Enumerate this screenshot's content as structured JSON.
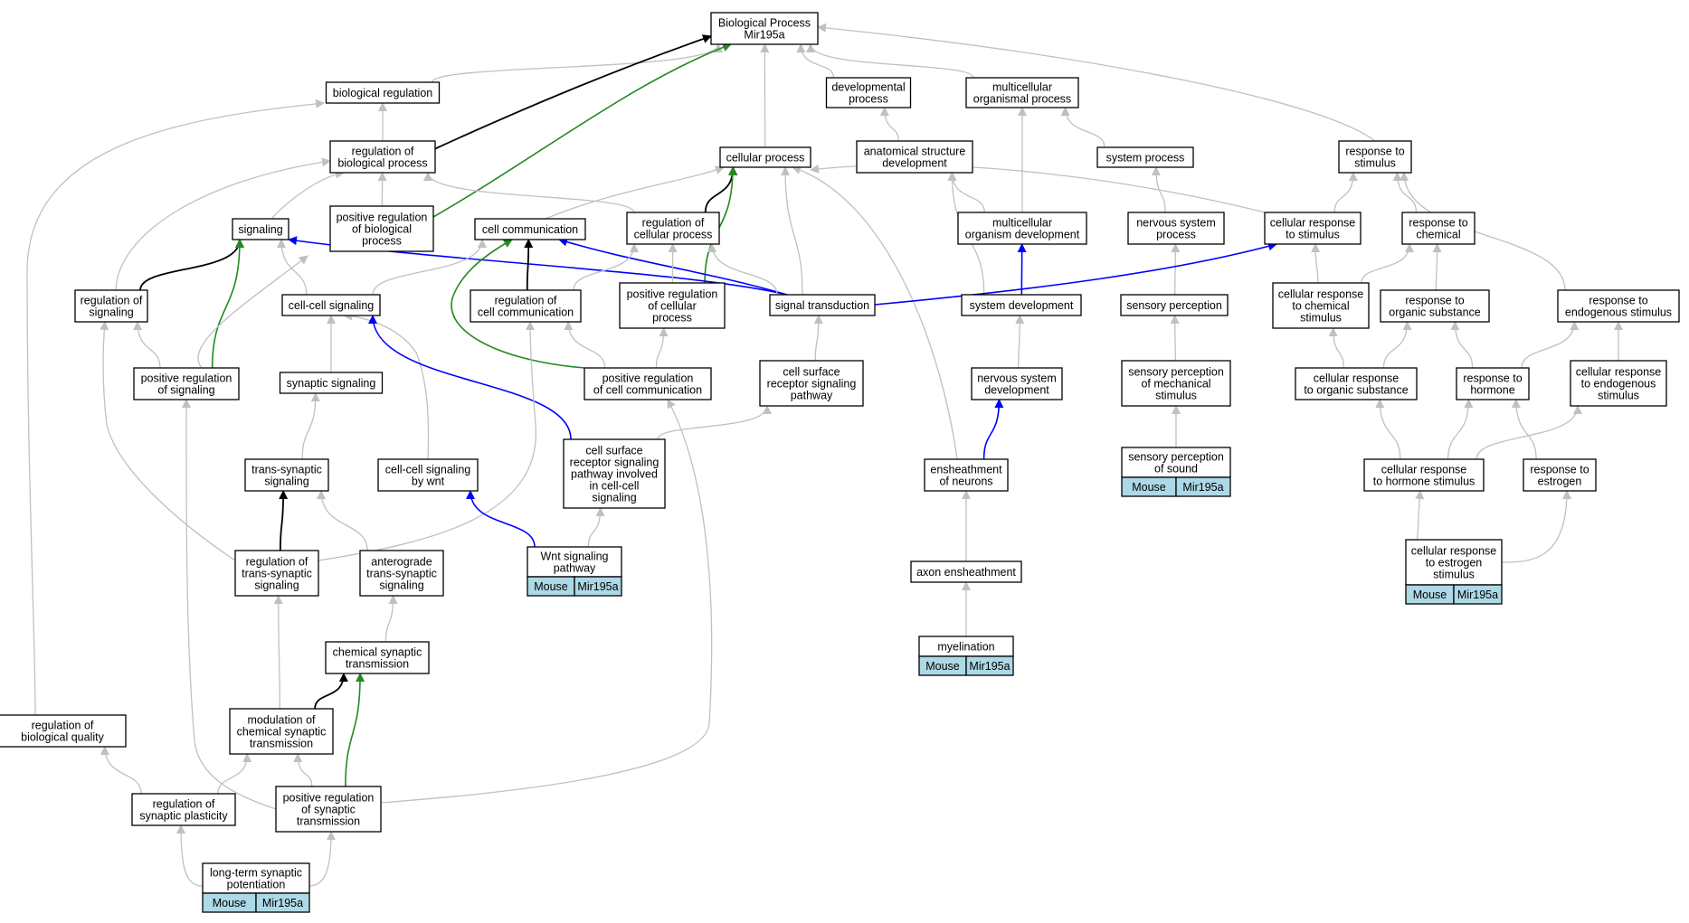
{
  "colors": {
    "gray": "#c0c0c0",
    "black": "#000000",
    "blue": "#0000ff",
    "green": "#228b22",
    "annotation_fill": "#add8e6"
  },
  "nodes": [
    {
      "id": "bp",
      "lines": [
        "Biological Process",
        "Mir195a"
      ]
    },
    {
      "id": "biolreg",
      "lines": [
        "biological regulation"
      ]
    },
    {
      "id": "devproc",
      "lines": [
        "developmental",
        "process"
      ]
    },
    {
      "id": "multiorg",
      "lines": [
        "multicellular",
        "organismal process"
      ]
    },
    {
      "id": "regbp",
      "lines": [
        "regulation of",
        "biological process"
      ]
    },
    {
      "id": "cellproc",
      "lines": [
        "cellular process"
      ]
    },
    {
      "id": "anatdev",
      "lines": [
        "anatomical structure",
        "development"
      ]
    },
    {
      "id": "sysproc",
      "lines": [
        "system process"
      ]
    },
    {
      "id": "respstim",
      "lines": [
        "response to",
        "stimulus"
      ]
    },
    {
      "id": "signaling",
      "lines": [
        "signaling"
      ]
    },
    {
      "id": "posregbp",
      "lines": [
        "positive regulation",
        "of biological",
        "process"
      ]
    },
    {
      "id": "cellcomm",
      "lines": [
        "cell communication"
      ]
    },
    {
      "id": "regcellproc",
      "lines": [
        "regulation of",
        "cellular process"
      ]
    },
    {
      "id": "multidev",
      "lines": [
        "multicellular",
        "organism development"
      ]
    },
    {
      "id": "nervsysproc",
      "lines": [
        "nervous system",
        "process"
      ]
    },
    {
      "id": "cellrespstim",
      "lines": [
        "cellular response",
        "to stimulus"
      ]
    },
    {
      "id": "respchem",
      "lines": [
        "response to",
        "chemical"
      ]
    },
    {
      "id": "regsignaling",
      "lines": [
        "regulation of",
        "signaling"
      ]
    },
    {
      "id": "cellcellsig",
      "lines": [
        "cell-cell signaling"
      ]
    },
    {
      "id": "regcellcomm",
      "lines": [
        "regulation of",
        "cell communication"
      ]
    },
    {
      "id": "posregcellproc",
      "lines": [
        "positive regulation",
        "of cellular",
        "process"
      ]
    },
    {
      "id": "sigtrans",
      "lines": [
        "signal transduction"
      ]
    },
    {
      "id": "sysdev",
      "lines": [
        "system development"
      ]
    },
    {
      "id": "sensperc",
      "lines": [
        "sensory perception"
      ]
    },
    {
      "id": "cellrespchem",
      "lines": [
        "cellular response",
        "to chemical",
        "stimulus"
      ]
    },
    {
      "id": "resporgsub",
      "lines": [
        "response to",
        "organic substance"
      ]
    },
    {
      "id": "respendo",
      "lines": [
        "response to",
        "endogenous stimulus"
      ]
    },
    {
      "id": "posregsig",
      "lines": [
        "positive regulation",
        "of signaling"
      ]
    },
    {
      "id": "synsig",
      "lines": [
        "synaptic signaling"
      ]
    },
    {
      "id": "posregcellcomm",
      "lines": [
        "positive regulation",
        "of cell communication"
      ]
    },
    {
      "id": "csrsp",
      "lines": [
        "cell surface",
        "receptor signaling",
        "pathway"
      ]
    },
    {
      "id": "nervsysdev",
      "lines": [
        "nervous system",
        "development"
      ]
    },
    {
      "id": "sensmech",
      "lines": [
        "sensory perception",
        "of mechanical",
        "stimulus"
      ]
    },
    {
      "id": "cellresporg",
      "lines": [
        "cellular response",
        "to organic substance"
      ]
    },
    {
      "id": "resphorm",
      "lines": [
        "response to",
        "hormone"
      ]
    },
    {
      "id": "cellrespendo",
      "lines": [
        "cellular response",
        "to endogenous",
        "stimulus"
      ]
    },
    {
      "id": "transsyn",
      "lines": [
        "trans-synaptic",
        "signaling"
      ]
    },
    {
      "id": "ccwnt",
      "lines": [
        "cell-cell signaling",
        "by wnt"
      ]
    },
    {
      "id": "csrspcc",
      "lines": [
        "cell surface",
        "receptor signaling",
        "pathway involved",
        "in cell-cell",
        "signaling"
      ]
    },
    {
      "id": "ensheath",
      "lines": [
        "ensheathment",
        "of neurons"
      ]
    },
    {
      "id": "senssound",
      "lines": [
        "sensory perception",
        "of sound"
      ],
      "annotation": [
        "Mouse",
        "Mir195a"
      ]
    },
    {
      "id": "cellresphorm",
      "lines": [
        "cellular response",
        "to hormone stimulus"
      ]
    },
    {
      "id": "respestr",
      "lines": [
        "response to",
        "estrogen"
      ]
    },
    {
      "id": "regtranssyn",
      "lines": [
        "regulation of",
        "trans-synaptic",
        "signaling"
      ]
    },
    {
      "id": "antero",
      "lines": [
        "anterograde",
        "trans-synaptic",
        "signaling"
      ]
    },
    {
      "id": "wnt",
      "lines": [
        "Wnt signaling",
        "pathway"
      ],
      "annotation": [
        "Mouse",
        "Mir195a"
      ]
    },
    {
      "id": "axonens",
      "lines": [
        "axon ensheathment"
      ]
    },
    {
      "id": "cellrespestr",
      "lines": [
        "cellular response",
        "to estrogen",
        "stimulus"
      ],
      "annotation": [
        "Mouse",
        "Mir195a"
      ]
    },
    {
      "id": "chemsyn",
      "lines": [
        "chemical synaptic",
        "transmission"
      ]
    },
    {
      "id": "myelin",
      "lines": [
        "myelination"
      ],
      "annotation": [
        "Mouse",
        "Mir195a"
      ]
    },
    {
      "id": "regbioqual",
      "lines": [
        "regulation of",
        "biological quality"
      ]
    },
    {
      "id": "modchemsyn",
      "lines": [
        "modulation of",
        "chemical synaptic",
        "transmission"
      ]
    },
    {
      "id": "regsynplast",
      "lines": [
        "regulation of",
        "synaptic plasticity"
      ]
    },
    {
      "id": "posregsyn",
      "lines": [
        "positive regulation",
        "of synaptic",
        "transmission"
      ]
    },
    {
      "id": "ltp",
      "lines": [
        "long-term synaptic",
        "potentiation"
      ],
      "annotation": [
        "Mouse",
        "Mir195a"
      ]
    }
  ],
  "edges": [
    {
      "from": "biolreg",
      "to": "bp",
      "color": "gray"
    },
    {
      "from": "regbp",
      "to": "bp",
      "color": "black"
    },
    {
      "from": "posregbp",
      "to": "bp",
      "color": "green"
    },
    {
      "from": "cellproc",
      "to": "bp",
      "color": "gray"
    },
    {
      "from": "devproc",
      "to": "bp",
      "color": "gray"
    },
    {
      "from": "multiorg",
      "to": "bp",
      "color": "gray"
    },
    {
      "from": "respstim",
      "to": "bp",
      "color": "gray"
    },
    {
      "from": "regbp",
      "to": "biolreg",
      "color": "gray"
    },
    {
      "from": "regbioqual",
      "to": "biolreg",
      "color": "gray"
    },
    {
      "from": "anatdev",
      "to": "devproc",
      "color": "gray"
    },
    {
      "from": "multidev",
      "to": "multiorg",
      "color": "gray"
    },
    {
      "from": "sysproc",
      "to": "multiorg",
      "color": "gray"
    },
    {
      "from": "posregbp",
      "to": "regbp",
      "color": "gray"
    },
    {
      "from": "regsignaling",
      "to": "regbp",
      "color": "gray"
    },
    {
      "from": "regcellproc",
      "to": "regbp",
      "color": "gray"
    },
    {
      "from": "signaling",
      "to": "regbp",
      "color": "gray"
    },
    {
      "from": "cellcomm",
      "to": "cellproc",
      "color": "gray"
    },
    {
      "from": "regcellproc",
      "to": "cellproc",
      "color": "black"
    },
    {
      "from": "posregcellproc",
      "to": "cellproc",
      "color": "green"
    },
    {
      "from": "sigtrans",
      "to": "cellproc",
      "color": "gray"
    },
    {
      "from": "ensheath",
      "to": "cellproc",
      "color": "gray"
    },
    {
      "from": "cellrespstim",
      "to": "cellproc",
      "color": "gray"
    },
    {
      "from": "multidev",
      "to": "anatdev",
      "color": "gray"
    },
    {
      "from": "sysdev",
      "to": "anatdev",
      "color": "gray"
    },
    {
      "from": "nervsysproc",
      "to": "sysproc",
      "color": "gray"
    },
    {
      "from": "cellrespstim",
      "to": "respstim",
      "color": "gray"
    },
    {
      "from": "respchem",
      "to": "respstim",
      "color": "gray"
    },
    {
      "from": "respendo",
      "to": "respstim",
      "color": "gray"
    },
    {
      "from": "regsignaling",
      "to": "signaling",
      "color": "black"
    },
    {
      "from": "posregsig",
      "to": "signaling",
      "color": "green"
    },
    {
      "from": "cellcellsig",
      "to": "signaling",
      "color": "gray"
    },
    {
      "from": "sigtrans",
      "to": "signaling",
      "color": "blue"
    },
    {
      "from": "posregsig",
      "to": "posregbp",
      "color": "gray"
    },
    {
      "from": "regcellcomm",
      "to": "cellcomm",
      "color": "black"
    },
    {
      "from": "posregcellcomm",
      "to": "cellcomm",
      "color": "green"
    },
    {
      "from": "cellcellsig",
      "to": "cellcomm",
      "color": "gray"
    },
    {
      "from": "sigtrans",
      "to": "cellcomm",
      "color": "blue"
    },
    {
      "from": "posregcellproc",
      "to": "regcellproc",
      "color": "gray"
    },
    {
      "from": "regcellcomm",
      "to": "regcellproc",
      "color": "gray"
    },
    {
      "from": "sigtrans",
      "to": "regcellproc",
      "color": "gray"
    },
    {
      "from": "sysdev",
      "to": "multidev",
      "color": "blue"
    },
    {
      "from": "sensperc",
      "to": "nervsysproc",
      "color": "gray"
    },
    {
      "from": "cellrespchem",
      "to": "cellrespstim",
      "color": "gray"
    },
    {
      "from": "sigtrans",
      "to": "cellrespstim",
      "color": "blue"
    },
    {
      "from": "cellrespchem",
      "to": "respchem",
      "color": "gray"
    },
    {
      "from": "resporgsub",
      "to": "respchem",
      "color": "gray"
    },
    {
      "from": "regtranssyn",
      "to": "regsignaling",
      "color": "gray"
    },
    {
      "from": "posregsig",
      "to": "regsignaling",
      "color": "gray"
    },
    {
      "from": "synsig",
      "to": "cellcellsig",
      "color": "gray"
    },
    {
      "from": "ccwnt",
      "to": "cellcellsig",
      "color": "gray"
    },
    {
      "from": "csrspcc",
      "to": "cellcellsig",
      "color": "blue"
    },
    {
      "from": "posregcellcomm",
      "to": "regcellcomm",
      "color": "gray"
    },
    {
      "from": "regtranssyn",
      "to": "regcellcomm",
      "color": "gray"
    },
    {
      "from": "posregcellcomm",
      "to": "posregcellproc",
      "color": "gray"
    },
    {
      "from": "csrsp",
      "to": "sigtrans",
      "color": "gray"
    },
    {
      "from": "nervsysdev",
      "to": "sysdev",
      "color": "gray"
    },
    {
      "from": "sensmech",
      "to": "sensperc",
      "color": "gray"
    },
    {
      "from": "cellresporg",
      "to": "cellrespchem",
      "color": "gray"
    },
    {
      "from": "cellresporg",
      "to": "resporgsub",
      "color": "gray"
    },
    {
      "from": "resphorm",
      "to": "resporgsub",
      "color": "gray"
    },
    {
      "from": "resphorm",
      "to": "respendo",
      "color": "gray"
    },
    {
      "from": "cellrespendo",
      "to": "respendo",
      "color": "gray"
    },
    {
      "from": "posregsyn",
      "to": "posregsig",
      "color": "gray"
    },
    {
      "from": "transsyn",
      "to": "synsig",
      "color": "gray"
    },
    {
      "from": "posregsyn",
      "to": "posregcellcomm",
      "color": "gray"
    },
    {
      "from": "csrspcc",
      "to": "csrsp",
      "color": "gray"
    },
    {
      "from": "ensheath",
      "to": "nervsysdev",
      "color": "blue"
    },
    {
      "from": "senssound",
      "to": "sensmech",
      "color": "gray"
    },
    {
      "from": "cellresphorm",
      "to": "cellresporg",
      "color": "gray"
    },
    {
      "from": "cellresphorm",
      "to": "resphorm",
      "color": "gray"
    },
    {
      "from": "respestr",
      "to": "resphorm",
      "color": "gray"
    },
    {
      "from": "cellresphorm",
      "to": "cellrespendo",
      "color": "gray"
    },
    {
      "from": "regtranssyn",
      "to": "transsyn",
      "color": "black"
    },
    {
      "from": "antero",
      "to": "transsyn",
      "color": "gray"
    },
    {
      "from": "wnt",
      "to": "ccwnt",
      "color": "blue"
    },
    {
      "from": "wnt",
      "to": "csrspcc",
      "color": "gray"
    },
    {
      "from": "axonens",
      "to": "ensheath",
      "color": "gray"
    },
    {
      "from": "cellrespestr",
      "to": "cellresphorm",
      "color": "gray"
    },
    {
      "from": "cellrespestr",
      "to": "respestr",
      "color": "gray"
    },
    {
      "from": "modchemsyn",
      "to": "regtranssyn",
      "color": "gray"
    },
    {
      "from": "chemsyn",
      "to": "antero",
      "color": "gray"
    },
    {
      "from": "myelin",
      "to": "axonens",
      "color": "gray"
    },
    {
      "from": "modchemsyn",
      "to": "chemsyn",
      "color": "black"
    },
    {
      "from": "posregsyn",
      "to": "chemsyn",
      "color": "green"
    },
    {
      "from": "regsynplast",
      "to": "regbioqual",
      "color": "gray"
    },
    {
      "from": "regsynplast",
      "to": "modchemsyn",
      "color": "gray"
    },
    {
      "from": "posregsyn",
      "to": "modchemsyn",
      "color": "gray"
    },
    {
      "from": "ltp",
      "to": "regsynplast",
      "color": "gray"
    },
    {
      "from": "ltp",
      "to": "posregsyn",
      "color": "gray"
    }
  ]
}
